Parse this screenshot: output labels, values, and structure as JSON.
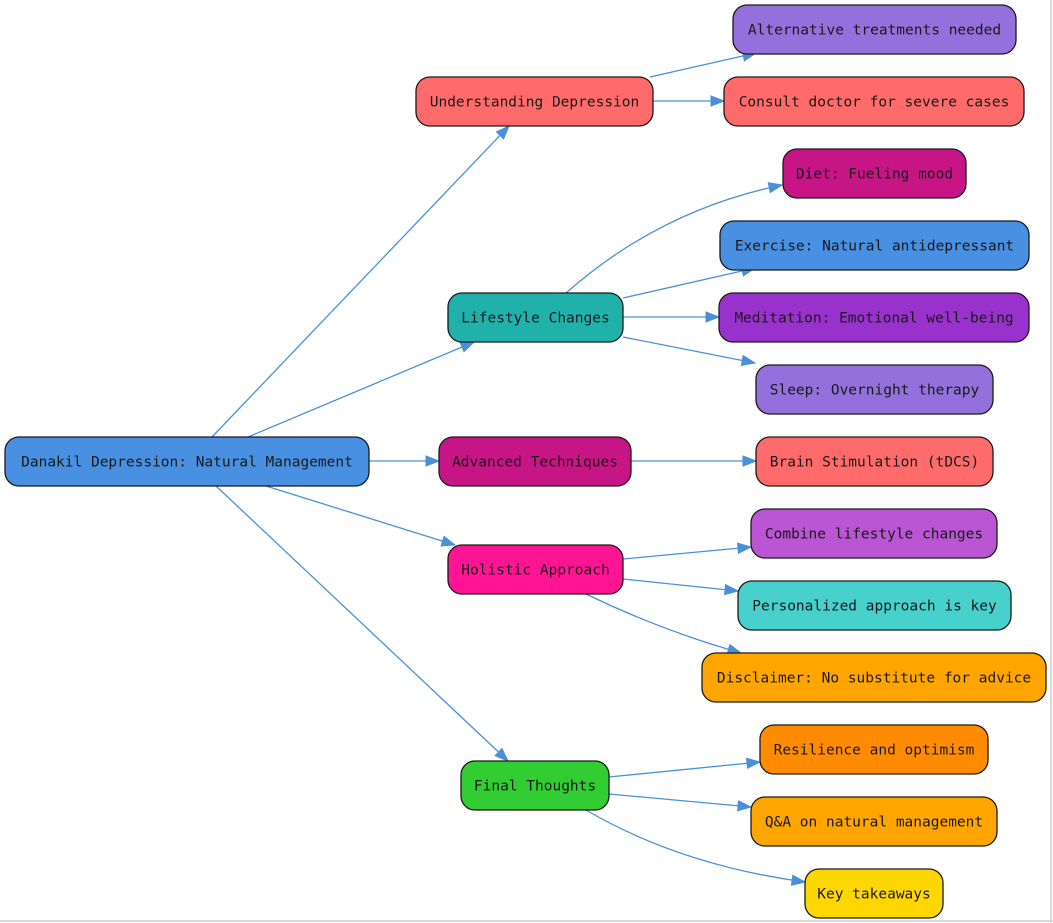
{
  "nodes": {
    "root": {
      "label": "Danakil Depression: Natural Management",
      "color": "#4a90e2"
    },
    "understand": {
      "label": "Understanding Depression",
      "color": "#ff6b6b"
    },
    "alt": {
      "label": "Alternative treatments needed",
      "color": "#9370db"
    },
    "consult": {
      "label": "Consult doctor for severe cases",
      "color": "#ff6b6b"
    },
    "lifestyle": {
      "label": "Lifestyle Changes",
      "color": "#20b2aa"
    },
    "diet": {
      "label": "Diet: Fueling mood",
      "color": "#c71585"
    },
    "exercise": {
      "label": "Exercise: Natural antidepressant",
      "color": "#4a90e2"
    },
    "meditation": {
      "label": "Meditation: Emotional well-being",
      "color": "#9932cc"
    },
    "sleep": {
      "label": "Sleep: Overnight therapy",
      "color": "#9370db"
    },
    "advanced": {
      "label": "Advanced Techniques",
      "color": "#c71585"
    },
    "brain": {
      "label": "Brain Stimulation (tDCS)",
      "color": "#ff6b6b"
    },
    "holistic": {
      "label": "Holistic Approach",
      "color": "#ff1493"
    },
    "combine": {
      "label": "Combine lifestyle changes",
      "color": "#ba55d3"
    },
    "personal": {
      "label": "Personalized approach is key",
      "color": "#48d1cc"
    },
    "disclaimer": {
      "label": "Disclaimer: No substitute for advice",
      "color": "#ffa500"
    },
    "final": {
      "label": "Final Thoughts",
      "color": "#32cd32"
    },
    "resilience": {
      "label": "Resilience and optimism",
      "color": "#ff8c00"
    },
    "qa": {
      "label": "Q&A on natural management",
      "color": "#ffa500"
    },
    "takeaways": {
      "label": "Key takeaways",
      "color": "#ffd700"
    }
  },
  "edges": [
    [
      "root",
      "understand"
    ],
    [
      "root",
      "lifestyle"
    ],
    [
      "root",
      "advanced"
    ],
    [
      "root",
      "holistic"
    ],
    [
      "root",
      "final"
    ],
    [
      "understand",
      "alt"
    ],
    [
      "understand",
      "consult"
    ],
    [
      "lifestyle",
      "diet"
    ],
    [
      "lifestyle",
      "exercise"
    ],
    [
      "lifestyle",
      "meditation"
    ],
    [
      "lifestyle",
      "sleep"
    ],
    [
      "advanced",
      "brain"
    ],
    [
      "holistic",
      "combine"
    ],
    [
      "holistic",
      "personal"
    ],
    [
      "holistic",
      "disclaimer"
    ],
    [
      "final",
      "resilience"
    ],
    [
      "final",
      "qa"
    ],
    [
      "final",
      "takeaways"
    ]
  ],
  "colors": {
    "edge": "#4a90d9",
    "border": "#1a1a1a",
    "text": "#1a1a1a",
    "background": "#ffffff"
  }
}
